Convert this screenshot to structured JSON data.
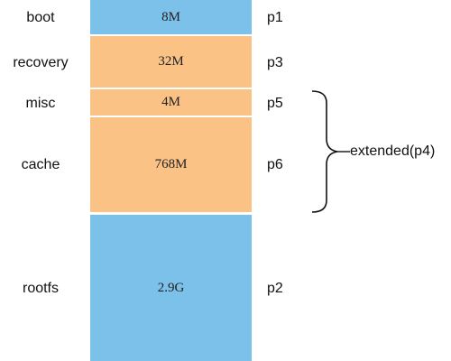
{
  "partitions": [
    {
      "name": "boot",
      "size": "8M",
      "partition": "p1",
      "color": "#7cc1e9"
    },
    {
      "name": "recovery",
      "size": "32M",
      "partition": "p3",
      "color": "#fbc285"
    },
    {
      "name": "misc",
      "size": "4M",
      "partition": "p5",
      "color": "#fbc285"
    },
    {
      "name": "cache",
      "size": "768M",
      "partition": "p6",
      "color": "#fbc285"
    },
    {
      "name": "rootfs",
      "size": "2.9G",
      "partition": "p2",
      "color": "#7cc1e9"
    }
  ],
  "extended": {
    "label": "extended(p4)"
  }
}
